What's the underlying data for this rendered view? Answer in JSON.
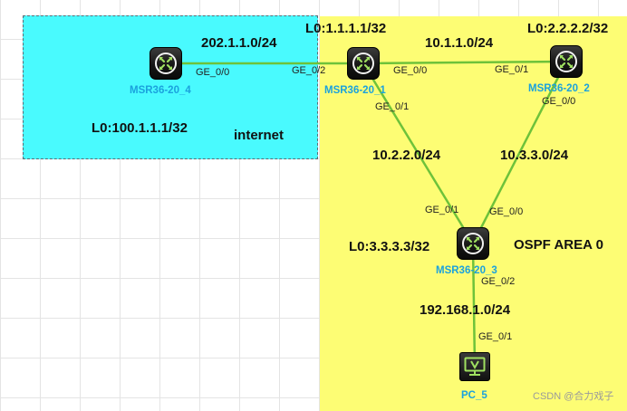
{
  "zones": {
    "internet": {
      "label": "internet",
      "color": "#49fafe"
    },
    "ospf": {
      "label": "OSPF AREA 0",
      "color": "#fdfd74"
    }
  },
  "colors": {
    "link": "#6ec23a",
    "device_label": "#1ba2dd"
  },
  "devices": {
    "msr4": {
      "name": "MSR36-20_4",
      "loopback": "L0:100.1.1.1/32",
      "icon": "router-icon"
    },
    "msr1": {
      "name": "MSR36-20_1",
      "loopback": "L0:1.1.1.1/32",
      "icon": "router-icon"
    },
    "msr2": {
      "name": "MSR36-20_2",
      "loopback": "L0:2.2.2.2/32",
      "icon": "router-icon"
    },
    "msr3": {
      "name": "MSR36-20_3",
      "loopback": "L0:3.3.3.3/32",
      "icon": "router-icon"
    },
    "pc5": {
      "name": "PC_5",
      "icon": "pc-icon"
    }
  },
  "links": [
    {
      "from": "msr4",
      "to": "msr1",
      "network": "202.1.1.0/24",
      "from_port": "GE_0/0",
      "to_port": "GE_0/2"
    },
    {
      "from": "msr1",
      "to": "msr2",
      "network": "10.1.1.0/24",
      "from_port": "GE_0/0",
      "to_port": "GE_0/1"
    },
    {
      "from": "msr1",
      "to": "msr3",
      "network": "10.2.2.0/24",
      "from_port": "GE_0/1",
      "to_port": "GE_0/1"
    },
    {
      "from": "msr2",
      "to": "msr3",
      "network": "10.3.3.0/24",
      "from_port": "GE_0/0",
      "to_port": "GE_0/0"
    },
    {
      "from": "msr3",
      "to": "pc5",
      "network": "192.168.1.0/24",
      "from_port": "GE_0/2",
      "to_port": "GE_0/1"
    }
  ],
  "watermark": "CSDN @合力戏子"
}
